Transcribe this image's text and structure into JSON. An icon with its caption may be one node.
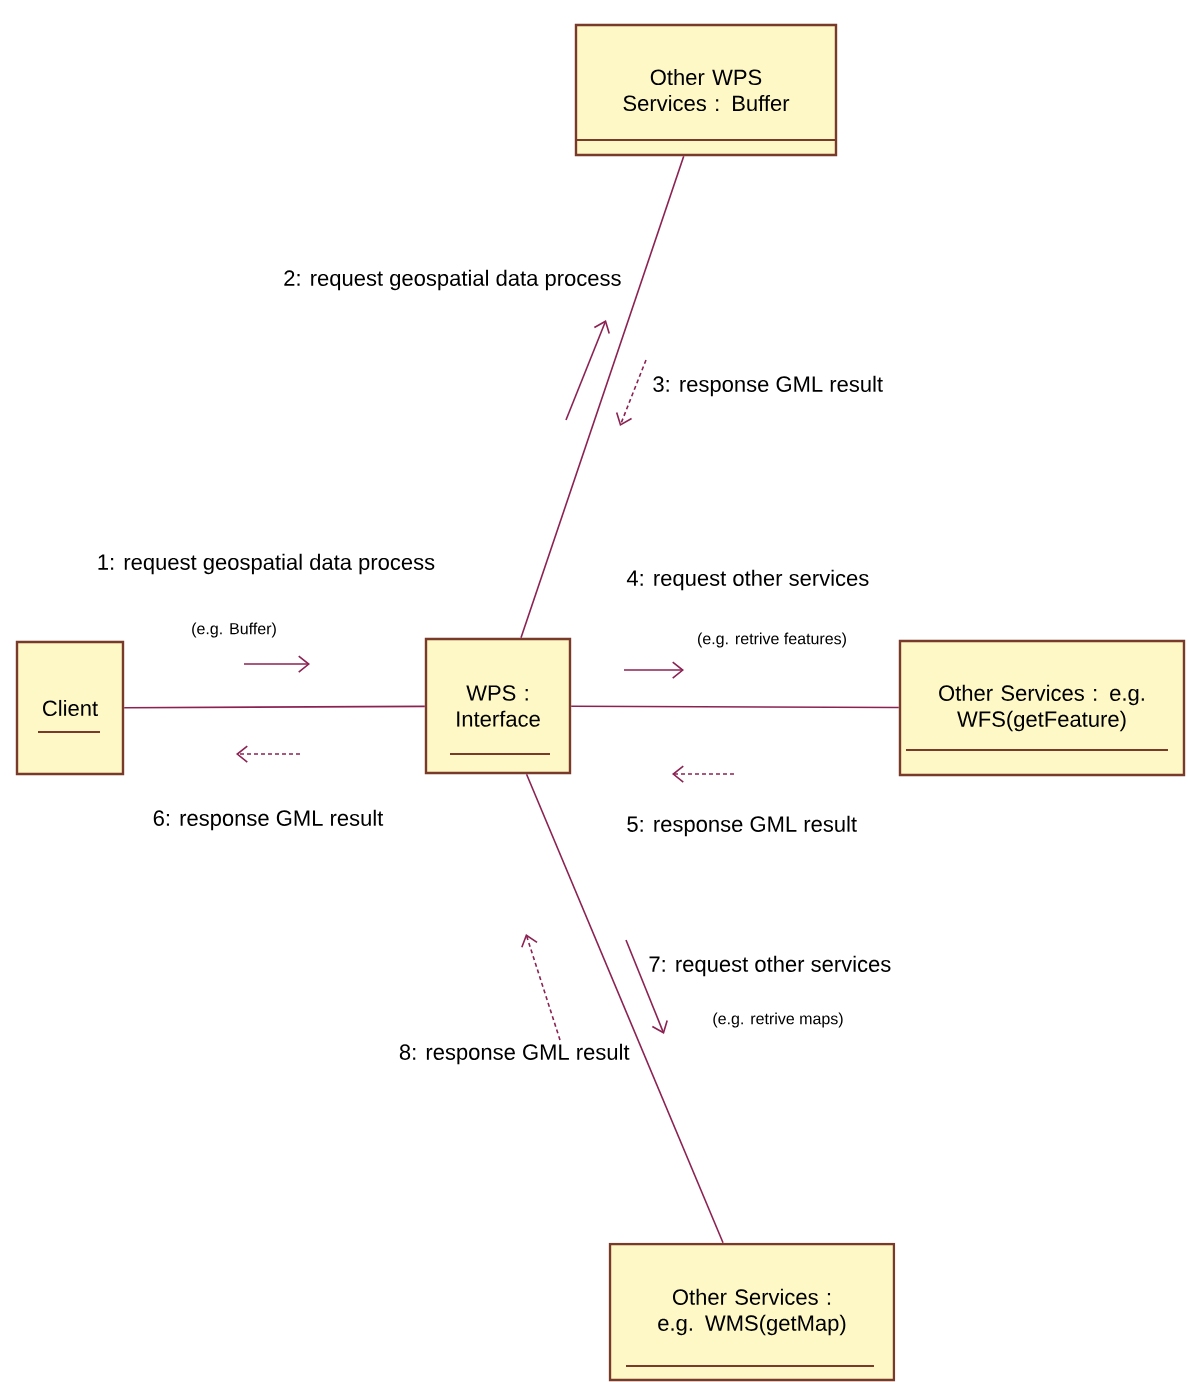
{
  "diagram": {
    "nodes": [
      {
        "text": [
          "Other WPS Services : Buffer"
        ]
      },
      {
        "text": [
          "Client"
        ]
      },
      {
        "text": [
          "WPS : Interface"
        ]
      },
      {
        "text": [
          "Other Services : e.g. WFS(getFeature)"
        ]
      },
      {
        "text": [
          "Other Services : e.g. WMS(getMap)"
        ]
      }
    ],
    "edges": [
      {
        "from": 1,
        "to": 2,
        "arrow": "none"
      },
      {
        "from": 2,
        "to": 0,
        "arrow": "none"
      },
      {
        "from": 2,
        "to": 3,
        "arrow": "none"
      },
      {
        "from": 2,
        "to": 4,
        "arrow": "none"
      }
    ],
    "labels": [
      "2: request geospatial data process",
      "3: response GML result",
      "1: request geospatial data process",
      "4: request other services",
      "(e.g. Buffer)",
      "(e.g. retrive features)",
      "6: response GML result",
      "5: response GML result",
      "7: request other services",
      "(e.g. retrive maps)",
      "8: response GML result"
    ]
  }
}
